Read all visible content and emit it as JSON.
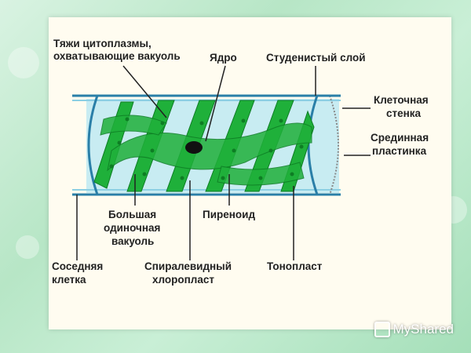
{
  "labels": {
    "cytoplasm_line1": "Тяжи цитоплазмы,",
    "cytoplasm_line2": "охватывающие вакуоль",
    "nucleus": "Ядро",
    "gel_layer": "Студенистый слой",
    "cell_wall_line1": "Клеточная",
    "cell_wall_line2": "стенка",
    "middle_lamella_line1": "Срединная",
    "middle_lamella_line2": "пластинка",
    "vacuole_line1": "Большая",
    "vacuole_line2": "одиночная",
    "vacuole_line3": "вакуоль",
    "pyrenoid": "Пиреноид",
    "neighbor_line1": "Соседняя",
    "neighbor_line2": "клетка",
    "chloroplast_line1": "Спиралевидный",
    "chloroplast_line2": "хлоропласт",
    "tonoplast": "Тонопласт"
  },
  "watermark": "MyShared",
  "colors": {
    "chloroplast": "#1fb03a",
    "chloroplast_dark": "#0e7d24",
    "cytoplasm": "#c8ecf2",
    "wall": "#2a7fa8"
  }
}
